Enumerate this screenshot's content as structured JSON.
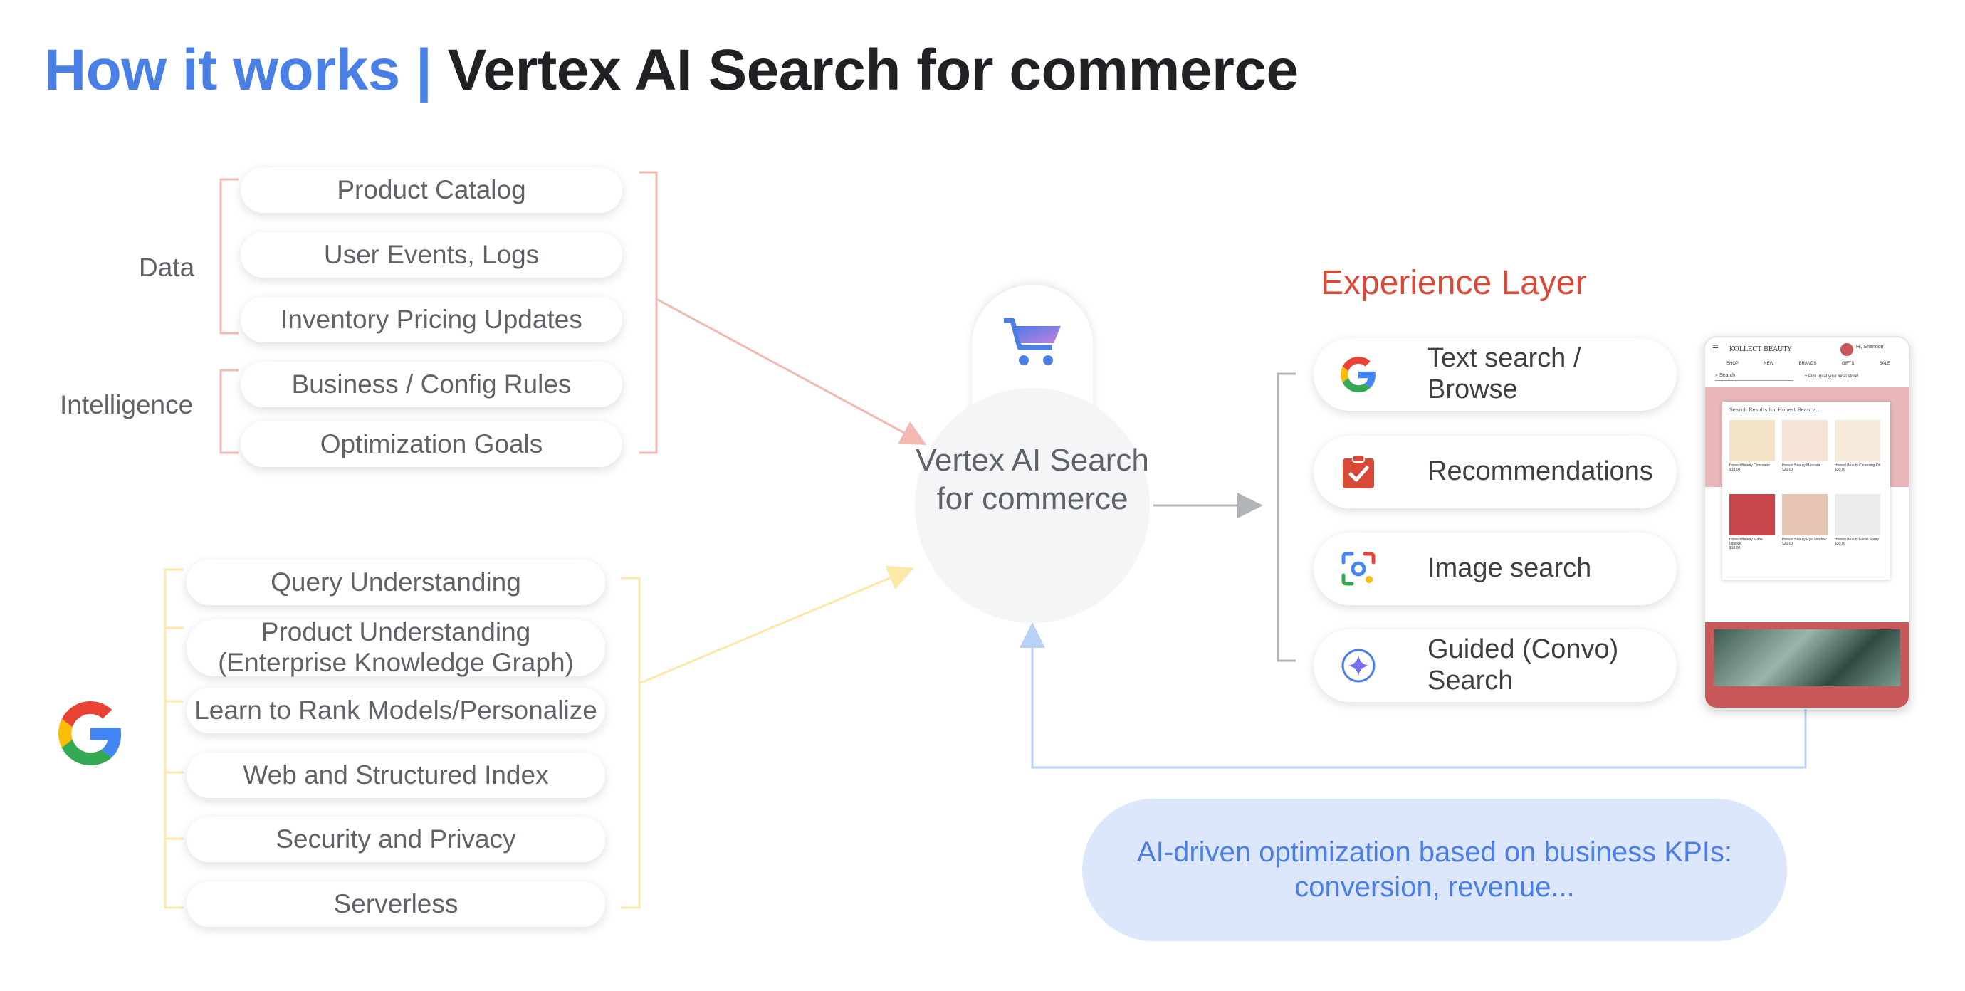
{
  "title": {
    "part1": "How it works |",
    "part2": "Vertex AI Search for commerce"
  },
  "data_group": {
    "label": "Data",
    "items": [
      "Product Catalog",
      "User Events, Logs",
      "Inventory Pricing Updates"
    ]
  },
  "intelligence_group": {
    "label": "Intelligence",
    "items": [
      "Business / Config Rules",
      "Optimization Goals"
    ]
  },
  "google_group": {
    "icon": "google-logo",
    "items": [
      "Query Understanding",
      "Product Understanding (Enterprise Knowledge Graph)",
      "Learn to Rank Models/Personalize",
      "Web and Structured Index",
      "Security and Privacy",
      "Serverless"
    ]
  },
  "center": {
    "icon": "shopping-cart-icon",
    "label": "Vertex AI Search for commerce"
  },
  "experience_layer": {
    "title": "Experience Layer",
    "items": [
      {
        "label": "Text search / Browse",
        "icon": "google-g-icon"
      },
      {
        "label": "Recommendations",
        "icon": "clipboard-check-icon"
      },
      {
        "label": "Image search",
        "icon": "lens-icon"
      },
      {
        "label": "Guided (Convo) Search",
        "icon": "sparkle-icon"
      }
    ]
  },
  "phone": {
    "brand": "KOLLECT BEAUTY",
    "greeting": "Hi, Shannon",
    "nav": [
      "SHOP",
      "NEW",
      "BRANDS",
      "GIFTS",
      "SALE"
    ],
    "search": "Search",
    "pickup": "Pick up at your local store!",
    "results_title": "Search Results for Honest Beauty...",
    "products": [
      {
        "name": "Honest Beauty Concealer",
        "price": "$18.00"
      },
      {
        "name": "Honest Beauty Mascara",
        "price": "$20.00"
      },
      {
        "name": "Honest Beauty Cleansing Oil",
        "price": "$30.00"
      },
      {
        "name": "Honest Beauty Matte Lipstick",
        "price": "$18.00"
      },
      {
        "name": "Honest Beauty Eye Shadow",
        "price": "$20.00"
      },
      {
        "name": "Honest Beauty Facial Spray",
        "price": "$30.00"
      }
    ]
  },
  "kpi": {
    "text": "AI-driven optimization based on business KPIs: conversion, revenue..."
  },
  "colors": {
    "title_blue": "#4a7fe6",
    "experience_red": "#d84a38",
    "data_bracket": "#f4b8b2",
    "google_bracket": "#fde8a8",
    "feedback_line": "#b9d1f7",
    "kpi_bg": "#dde7fb"
  }
}
